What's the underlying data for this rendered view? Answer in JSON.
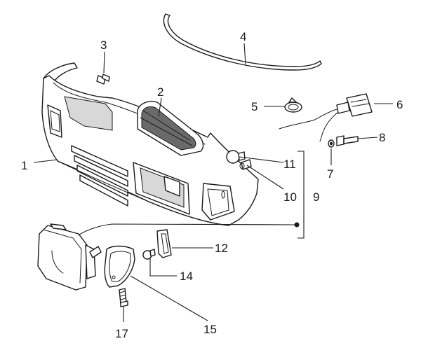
{
  "callouts": {
    "c1": "1",
    "c2": "2",
    "c3": "3",
    "c4": "4",
    "c5": "5",
    "c6": "6",
    "c7": "7",
    "c8": "8",
    "c9": "9",
    "c10": "10",
    "c11": "11",
    "c12": "12",
    "c14": "14",
    "c15": "15",
    "c17": "17"
  },
  "parts": [
    {
      "callout": "1",
      "icon": "bumper-housing"
    },
    {
      "callout": "2",
      "icon": "grille-mesh"
    },
    {
      "callout": "3",
      "icon": "screw"
    },
    {
      "callout": "4",
      "icon": "trim-strip"
    },
    {
      "callout": "5",
      "icon": "hose-clamp"
    },
    {
      "callout": "6",
      "icon": "wiring-connector"
    },
    {
      "callout": "7",
      "icon": "washer"
    },
    {
      "callout": "8",
      "icon": "bolt"
    },
    {
      "callout": "9",
      "icon": "lamp-group-bracket"
    },
    {
      "callout": "10",
      "icon": "bulb-holder"
    },
    {
      "callout": "11",
      "icon": "bulb"
    },
    {
      "callout": "12",
      "icon": "side-marker-lens"
    },
    {
      "callout": "14",
      "icon": "bulb"
    },
    {
      "callout": "15",
      "icon": "fog-lamp-lens"
    },
    {
      "callout": "17",
      "icon": "screw"
    }
  ],
  "colors": {
    "line": "#1a1a1a",
    "background": "#ffffff",
    "mesh": "#6a6a6a"
  }
}
